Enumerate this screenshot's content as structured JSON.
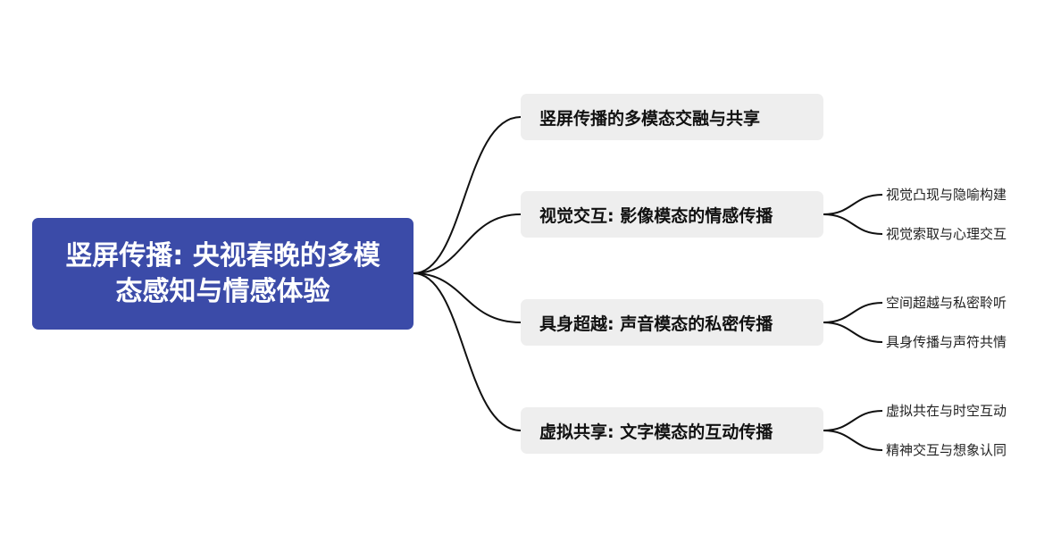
{
  "root": {
    "title": "竖屏传播: 央视春晚的多模态感知与情感体验"
  },
  "branches": [
    {
      "label": "竖屏传播的多模态交融与共享",
      "leaves": []
    },
    {
      "label": "视觉交互: 影像模态的情感传播",
      "leaves": [
        "视觉凸现与隐喻构建",
        "视觉索取与心理交互"
      ]
    },
    {
      "label": "具身超越: 声音模态的私密传播",
      "leaves": [
        "空间超越与私密聆听",
        "具身传播与声符共情"
      ]
    },
    {
      "label": "虚拟共享: 文字模态的互动传播",
      "leaves": [
        "虚拟共在与时空互动",
        "精神交互与想象认同"
      ]
    }
  ],
  "colors": {
    "root_fill": "#3b4ba8",
    "branch_fill": "#eeeeee",
    "connector": "#111111"
  }
}
